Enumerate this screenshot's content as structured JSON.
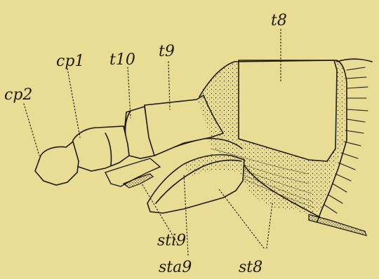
{
  "figure": {
    "background": "#e9dc94",
    "ink": "#1d1a12",
    "labels": {
      "t8": "t8",
      "t9": "t9",
      "t10": "t10",
      "cp1": "cp1",
      "cp2": "cp2",
      "sti9": "sti9",
      "sta9": "sta9",
      "st8": "st8"
    }
  }
}
